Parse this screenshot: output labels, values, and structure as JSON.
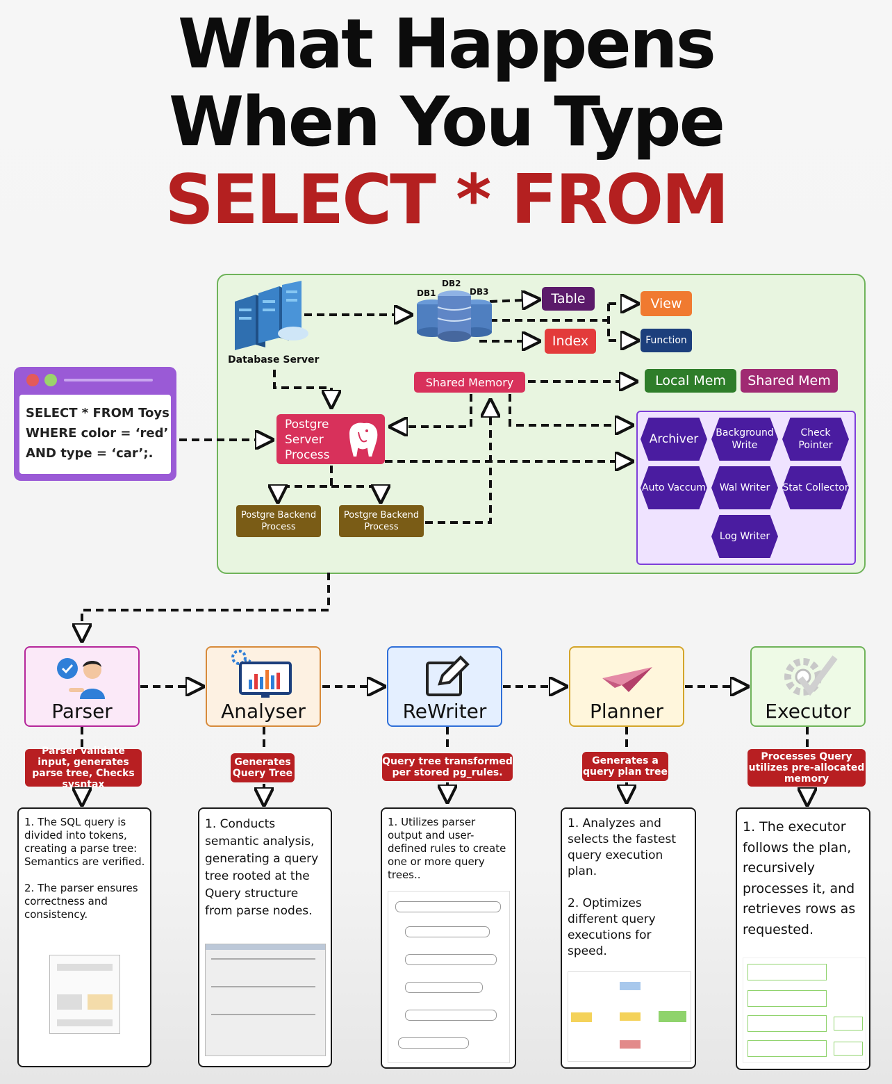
{
  "title": {
    "line1": "What Happens",
    "line2": "When You Type",
    "line3": "SELECT * FROM"
  },
  "query_window": {
    "lines": [
      "SELECT * FROM Toys",
      "WHERE color = ‘red’",
      "AND type = ‘car’;."
    ]
  },
  "server": {
    "label": "Database Server",
    "db_labels": [
      "DB1",
      "DB2",
      "DB3"
    ],
    "objects": {
      "table": "Table",
      "index": "Index",
      "view": "View",
      "function": "Function"
    },
    "shared_memory": "Shared Memory",
    "local_mem": "Local Mem",
    "shared_mem": "Shared Mem",
    "server_process": [
      "Postgre",
      "Server",
      "Process"
    ],
    "backend_process": "Postgre Backend Process",
    "background_processes": [
      "Archiver",
      "Background Write",
      "Check Pointer",
      "Auto Vaccum",
      "Wal Writer",
      "Stat Collector",
      "Log Writer"
    ]
  },
  "stages": [
    {
      "name": "Parser",
      "ribbon": "Parser validate input, generates parse tree, Checks sysntax",
      "detail": "1. The SQL query is divided into tokens, creating a parse tree: Semantics are verified.\n\n2. The parser ensures correctness and consistency."
    },
    {
      "name": "Analyser",
      "ribbon": "Generates Query Tree",
      "detail": "1. Conducts semantic analysis, generating a query tree rooted at the Query structure from parse nodes."
    },
    {
      "name": "ReWriter",
      "ribbon": "Query tree transformed per stored pg_rules.",
      "detail": "1. Utilizes parser output and user-defined rules to create one or more query trees.."
    },
    {
      "name": "Planner",
      "ribbon": "Generates a query plan tree",
      "detail": "1. Analyzes and selects the fastest query execution plan.\n\n2. Optimizes different query executions for speed."
    },
    {
      "name": "Executor",
      "ribbon": "Processes Query utilizes pre-allocated memory",
      "detail": "1. The executor follows the plan, recursively processes it, and retrieves rows as requested."
    }
  ],
  "colors": {
    "title_dark": "#0c0c0c",
    "title_red": "#b42020",
    "panel_green": "#e8f5e0",
    "server_red": "#d8315b",
    "backend_olive": "#7a5c16",
    "hex_purple": "#4a1ca0",
    "ribbon_red": "#b81f22"
  }
}
